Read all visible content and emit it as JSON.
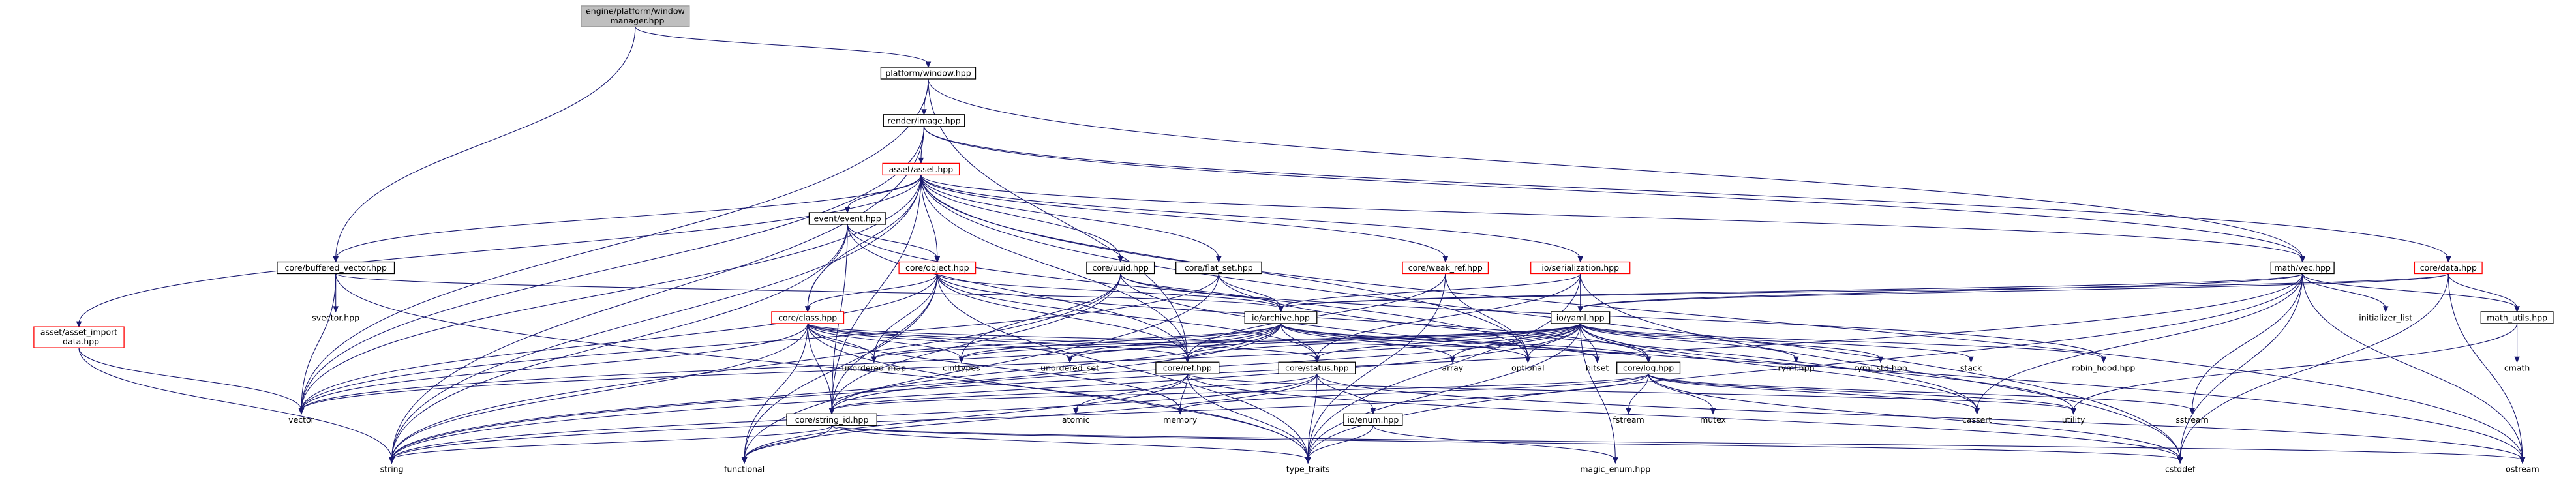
{
  "diagram": {
    "title": "",
    "nodes": [
      {
        "id": "root",
        "lines": [
          "engine/platform/window",
          "_manager.hpp"
        ],
        "style": "root"
      },
      {
        "id": "window",
        "lines": [
          "platform/window.hpp"
        ],
        "style": "box"
      },
      {
        "id": "image",
        "lines": [
          "render/image.hpp"
        ],
        "style": "box"
      },
      {
        "id": "asset",
        "lines": [
          "asset/asset.hpp"
        ],
        "style": "red"
      },
      {
        "id": "event",
        "lines": [
          "event/event.hpp"
        ],
        "style": "box"
      },
      {
        "id": "object",
        "lines": [
          "core/object.hpp"
        ],
        "style": "red"
      },
      {
        "id": "uuid",
        "lines": [
          "core/uuid.hpp"
        ],
        "style": "box"
      },
      {
        "id": "flatset",
        "lines": [
          "core/flat_set.hpp"
        ],
        "style": "box"
      },
      {
        "id": "serial",
        "lines": [
          "io/serialization.hpp"
        ],
        "style": "red"
      },
      {
        "id": "mathvec",
        "lines": [
          "math/vec.hpp"
        ],
        "style": "box"
      },
      {
        "id": "coredata",
        "lines": [
          "core/data.hpp"
        ],
        "style": "red"
      },
      {
        "id": "buffvec",
        "lines": [
          "core/buffered_vector.hpp"
        ],
        "style": "box"
      },
      {
        "id": "svector",
        "lines": [
          "svector.hpp"
        ],
        "style": "plain"
      },
      {
        "id": "archive",
        "lines": [
          "io/archive.hpp"
        ],
        "style": "box"
      },
      {
        "id": "weakref",
        "lines": [
          "core/weak_ref.hpp"
        ],
        "style": "red"
      },
      {
        "id": "yaml",
        "lines": [
          "io/yaml.hpp"
        ],
        "style": "box"
      },
      {
        "id": "initlist",
        "lines": [
          "initializer_list"
        ],
        "style": "plain"
      },
      {
        "id": "mathutils",
        "lines": [
          "math_utils.hpp"
        ],
        "style": "box"
      },
      {
        "id": "cmath",
        "lines": [
          "cmath"
        ],
        "style": "plain"
      },
      {
        "id": "assetimp",
        "lines": [
          "asset/asset_import",
          "_data.hpp"
        ],
        "style": "red"
      },
      {
        "id": "class",
        "lines": [
          "core/class.hpp"
        ],
        "style": "red"
      },
      {
        "id": "ref",
        "lines": [
          "core/ref.hpp"
        ],
        "style": "box"
      },
      {
        "id": "status",
        "lines": [
          "core/status.hpp"
        ],
        "style": "box"
      },
      {
        "id": "log",
        "lines": [
          "core/log.hpp"
        ],
        "style": "box"
      },
      {
        "id": "unmap",
        "lines": [
          "unordered_map"
        ],
        "style": "plain"
      },
      {
        "id": "cinttypes",
        "lines": [
          "cinttypes"
        ],
        "style": "plain"
      },
      {
        "id": "unset",
        "lines": [
          "unordered_set"
        ],
        "style": "plain"
      },
      {
        "id": "array",
        "lines": [
          "array"
        ],
        "style": "plain"
      },
      {
        "id": "optional",
        "lines": [
          "optional"
        ],
        "style": "plain"
      },
      {
        "id": "bitset",
        "lines": [
          "bitset"
        ],
        "style": "plain"
      },
      {
        "id": "ryml",
        "lines": [
          "ryml.hpp"
        ],
        "style": "plain"
      },
      {
        "id": "rymlstd",
        "lines": [
          "ryml_std.hpp"
        ],
        "style": "plain"
      },
      {
        "id": "stack",
        "lines": [
          "stack"
        ],
        "style": "plain"
      },
      {
        "id": "robin",
        "lines": [
          "robin_hood.hpp"
        ],
        "style": "plain"
      },
      {
        "id": "vector",
        "lines": [
          "vector"
        ],
        "style": "plain"
      },
      {
        "id": "atomic",
        "lines": [
          "atomic"
        ],
        "style": "plain"
      },
      {
        "id": "memory",
        "lines": [
          "memory"
        ],
        "style": "plain"
      },
      {
        "id": "enumhpp",
        "lines": [
          "io/enum.hpp"
        ],
        "style": "box"
      },
      {
        "id": "fstream",
        "lines": [
          "fstream"
        ],
        "style": "plain"
      },
      {
        "id": "mutex",
        "lines": [
          "mutex"
        ],
        "style": "plain"
      },
      {
        "id": "cassert",
        "lines": [
          "cassert"
        ],
        "style": "plain"
      },
      {
        "id": "utility",
        "lines": [
          "utility"
        ],
        "style": "plain"
      },
      {
        "id": "sstream",
        "lines": [
          "sstream"
        ],
        "style": "plain"
      },
      {
        "id": "strid",
        "lines": [
          "core/string_id.hpp"
        ],
        "style": "box"
      },
      {
        "id": "string",
        "lines": [
          "string"
        ],
        "style": "plain"
      },
      {
        "id": "functional",
        "lines": [
          "functional"
        ],
        "style": "plain"
      },
      {
        "id": "typetraits",
        "lines": [
          "type_traits"
        ],
        "style": "plain"
      },
      {
        "id": "magicenum",
        "lines": [
          "magic_enum.hpp"
        ],
        "style": "plain"
      },
      {
        "id": "cstddef",
        "lines": [
          "cstddef"
        ],
        "style": "plain"
      },
      {
        "id": "ostream",
        "lines": [
          "ostream"
        ],
        "style": "plain"
      }
    ],
    "edges": [
      [
        "root",
        "window"
      ],
      [
        "root",
        "buffvec"
      ],
      [
        "window",
        "image"
      ],
      [
        "window",
        "mathvec"
      ],
      [
        "window",
        "ref"
      ],
      [
        "window",
        "vector"
      ],
      [
        "image",
        "asset"
      ],
      [
        "image",
        "mathvec"
      ],
      [
        "image",
        "coredata"
      ],
      [
        "image",
        "vector"
      ],
      [
        "image",
        "string"
      ],
      [
        "asset",
        "event"
      ],
      [
        "asset",
        "object"
      ],
      [
        "asset",
        "uuid"
      ],
      [
        "asset",
        "flatset"
      ],
      [
        "asset",
        "serial"
      ],
      [
        "asset",
        "buffvec"
      ],
      [
        "asset",
        "class"
      ],
      [
        "asset",
        "assetimp"
      ],
      [
        "asset",
        "strid"
      ],
      [
        "asset",
        "ref"
      ],
      [
        "asset",
        "weakref"
      ],
      [
        "asset",
        "mathvec"
      ],
      [
        "asset",
        "vector"
      ],
      [
        "asset",
        "string"
      ],
      [
        "asset",
        "cstddef"
      ],
      [
        "asset",
        "ostream"
      ],
      [
        "asset",
        "optional"
      ],
      [
        "event",
        "object"
      ],
      [
        "event",
        "class"
      ],
      [
        "event",
        "ref"
      ],
      [
        "event",
        "strid"
      ],
      [
        "event",
        "string"
      ],
      [
        "event",
        "optional"
      ],
      [
        "object",
        "archive"
      ],
      [
        "object",
        "class"
      ],
      [
        "object",
        "ref"
      ],
      [
        "object",
        "strid"
      ],
      [
        "object",
        "status"
      ],
      [
        "object",
        "vector"
      ],
      [
        "object",
        "functional"
      ],
      [
        "object",
        "unmap"
      ],
      [
        "object",
        "typetraits"
      ],
      [
        "object",
        "log"
      ],
      [
        "uuid",
        "archive"
      ],
      [
        "uuid",
        "cinttypes"
      ],
      [
        "uuid",
        "string"
      ],
      [
        "uuid",
        "ostream"
      ],
      [
        "uuid",
        "robin"
      ],
      [
        "uuid",
        "strid"
      ],
      [
        "flatset",
        "archive"
      ],
      [
        "flatset",
        "vector"
      ],
      [
        "flatset",
        "cassert"
      ],
      [
        "flatset",
        "functional"
      ],
      [
        "serial",
        "yaml"
      ],
      [
        "serial",
        "archive"
      ],
      [
        "serial",
        "status"
      ],
      [
        "serial",
        "typetraits"
      ],
      [
        "serial",
        "cstddef"
      ],
      [
        "mathvec",
        "archive"
      ],
      [
        "mathvec",
        "yaml"
      ],
      [
        "mathvec",
        "mathutils"
      ],
      [
        "mathvec",
        "initlist"
      ],
      [
        "mathvec",
        "cassert"
      ],
      [
        "mathvec",
        "cstddef"
      ],
      [
        "mathvec",
        "ostream"
      ],
      [
        "mathvec",
        "sstream"
      ],
      [
        "mathvec",
        "string"
      ],
      [
        "mathvec",
        "typetraits"
      ],
      [
        "coredata",
        "archive"
      ],
      [
        "coredata",
        "yaml"
      ],
      [
        "coredata",
        "mathutils"
      ],
      [
        "coredata",
        "cstddef"
      ],
      [
        "coredata",
        "ostream"
      ],
      [
        "buffvec",
        "svector"
      ],
      [
        "buffvec",
        "vector"
      ],
      [
        "buffvec",
        "archive"
      ],
      [
        "buffvec",
        "typetraits"
      ],
      [
        "archive",
        "unmap"
      ],
      [
        "archive",
        "cinttypes"
      ],
      [
        "archive",
        "unset"
      ],
      [
        "archive",
        "array"
      ],
      [
        "archive",
        "optional"
      ],
      [
        "archive",
        "bitset"
      ],
      [
        "archive",
        "vector"
      ],
      [
        "archive",
        "string"
      ],
      [
        "archive",
        "ref"
      ],
      [
        "archive",
        "status"
      ],
      [
        "archive",
        "log"
      ],
      [
        "archive",
        "strid"
      ],
      [
        "weakref",
        "ref"
      ],
      [
        "weakref",
        "typetraits"
      ],
      [
        "weakref",
        "optional"
      ],
      [
        "yaml",
        "ryml"
      ],
      [
        "yaml",
        "rymlstd"
      ],
      [
        "yaml",
        "stack"
      ],
      [
        "yaml",
        "robin"
      ],
      [
        "yaml",
        "bitset"
      ],
      [
        "yaml",
        "optional"
      ],
      [
        "yaml",
        "array"
      ],
      [
        "yaml",
        "unmap"
      ],
      [
        "yaml",
        "unset"
      ],
      [
        "yaml",
        "cinttypes"
      ],
      [
        "yaml",
        "status"
      ],
      [
        "yaml",
        "log"
      ],
      [
        "yaml",
        "ref"
      ],
      [
        "yaml",
        "strid"
      ],
      [
        "yaml",
        "vector"
      ],
      [
        "yaml",
        "string"
      ],
      [
        "yaml",
        "utility"
      ],
      [
        "yaml",
        "magicenum"
      ],
      [
        "yaml",
        "cassert"
      ],
      [
        "yaml",
        "typetraits"
      ],
      [
        "mathutils",
        "cmath"
      ],
      [
        "mathutils",
        "utility"
      ],
      [
        "assetimp",
        "vector"
      ],
      [
        "assetimp",
        "string"
      ],
      [
        "class",
        "unmap"
      ],
      [
        "class",
        "cinttypes"
      ],
      [
        "class",
        "unset"
      ],
      [
        "class",
        "vector"
      ],
      [
        "class",
        "string"
      ],
      [
        "class",
        "functional"
      ],
      [
        "class",
        "strid"
      ],
      [
        "class",
        "ref"
      ],
      [
        "class",
        "status"
      ],
      [
        "class",
        "memory"
      ],
      [
        "class",
        "typetraits"
      ],
      [
        "class",
        "log"
      ],
      [
        "ref",
        "atomic"
      ],
      [
        "ref",
        "memory"
      ],
      [
        "ref",
        "typetraits"
      ],
      [
        "ref",
        "functional"
      ],
      [
        "ref",
        "utility"
      ],
      [
        "ref",
        "cstddef"
      ],
      [
        "status",
        "enumhpp"
      ],
      [
        "status",
        "strid"
      ],
      [
        "status",
        "string"
      ],
      [
        "status",
        "typetraits"
      ],
      [
        "status",
        "functional"
      ],
      [
        "status",
        "ostream"
      ],
      [
        "log",
        "fstream"
      ],
      [
        "log",
        "mutex"
      ],
      [
        "log",
        "cassert"
      ],
      [
        "log",
        "utility"
      ],
      [
        "log",
        "sstream"
      ],
      [
        "log",
        "strid"
      ],
      [
        "log",
        "string"
      ],
      [
        "log",
        "cstddef"
      ],
      [
        "log",
        "memory"
      ],
      [
        "enumhpp",
        "magicenum"
      ],
      [
        "enumhpp",
        "typetraits"
      ],
      [
        "strid",
        "string"
      ],
      [
        "strid",
        "functional"
      ],
      [
        "strid",
        "typetraits"
      ],
      [
        "strid",
        "cstddef"
      ],
      [
        "strid",
        "ostream"
      ]
    ]
  }
}
